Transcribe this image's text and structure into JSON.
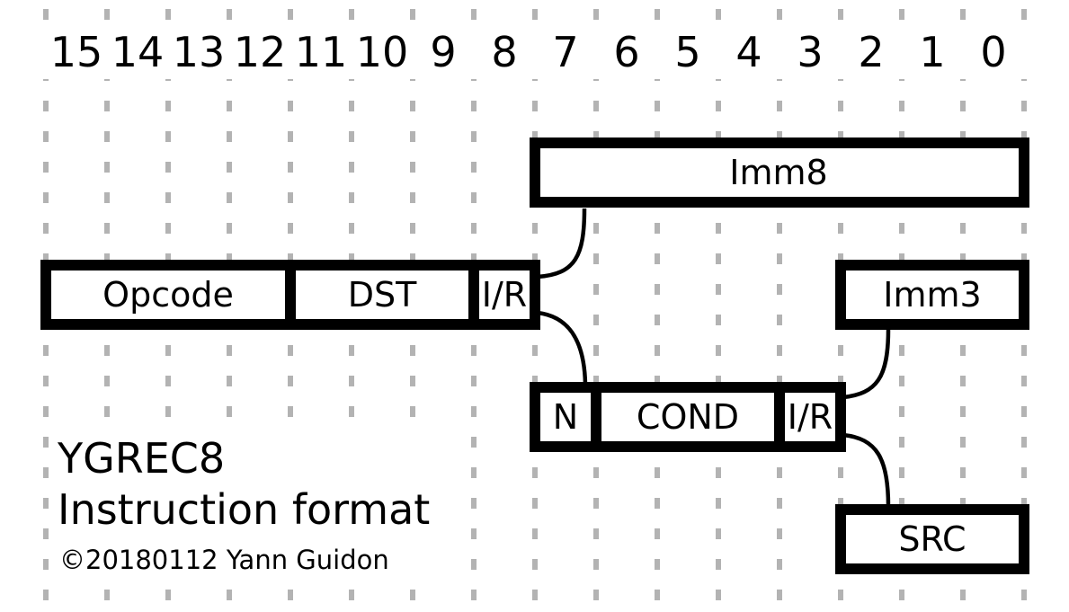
{
  "bit_numbers": [
    "15",
    "14",
    "13",
    "12",
    "11",
    "10",
    "9",
    "8",
    "7",
    "6",
    "5",
    "4",
    "3",
    "2",
    "1",
    "0"
  ],
  "fields": {
    "imm8": "Imm8",
    "opcode": "Opcode",
    "dst": "DST",
    "ir_main": "I/R",
    "imm3": "Imm3",
    "n": "N",
    "cond": "COND",
    "ir_cond": "I/R",
    "src": "SRC"
  },
  "title": {
    "line1": "YGREC8",
    "line2": "Instruction format",
    "copyright": "©20180112 Yann Guidon"
  },
  "colors": {
    "grid": "#b3b3b3",
    "stroke": "#000000",
    "background": "#ffffff"
  }
}
